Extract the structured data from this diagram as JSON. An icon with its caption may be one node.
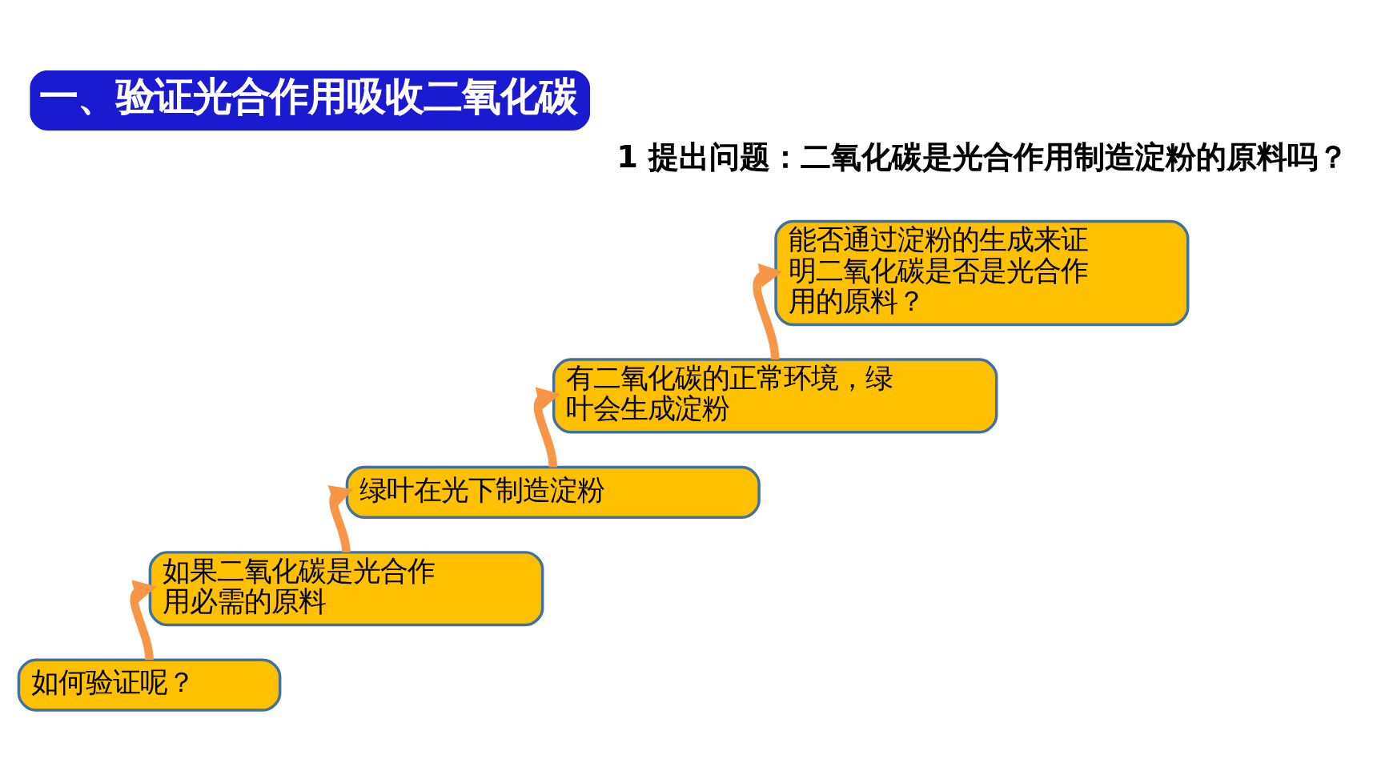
{
  "diagram": {
    "title": "一、验证光合作用吸收二氧化碳",
    "nodes": [
      {
        "text": [
          "如何验证呢？"
        ]
      },
      {
        "text": [
          "如果二氧化碳是光合作用必需的原料"
        ]
      },
      {
        "text": [
          "绿叶在光下制造淀粉"
        ]
      },
      {
        "text": [
          "有二氧化碳的正常环境，绿叶会生成淀粉"
        ]
      },
      {
        "text": [
          "能否通过淀粉的生成来证明二氧化碳是否是光合作用的原料？"
        ]
      }
    ],
    "edges": [
      {
        "from": 0,
        "to": 1,
        "arrow": "to"
      },
      {
        "from": 1,
        "to": 2,
        "arrow": "to"
      },
      {
        "from": 2,
        "to": 3,
        "arrow": "to"
      },
      {
        "from": 3,
        "to": 4,
        "arrow": "to"
      }
    ],
    "labels": [
      "1 提出问题：二氧化碳是光合作用制造淀粉的原料吗？"
    ]
  }
}
